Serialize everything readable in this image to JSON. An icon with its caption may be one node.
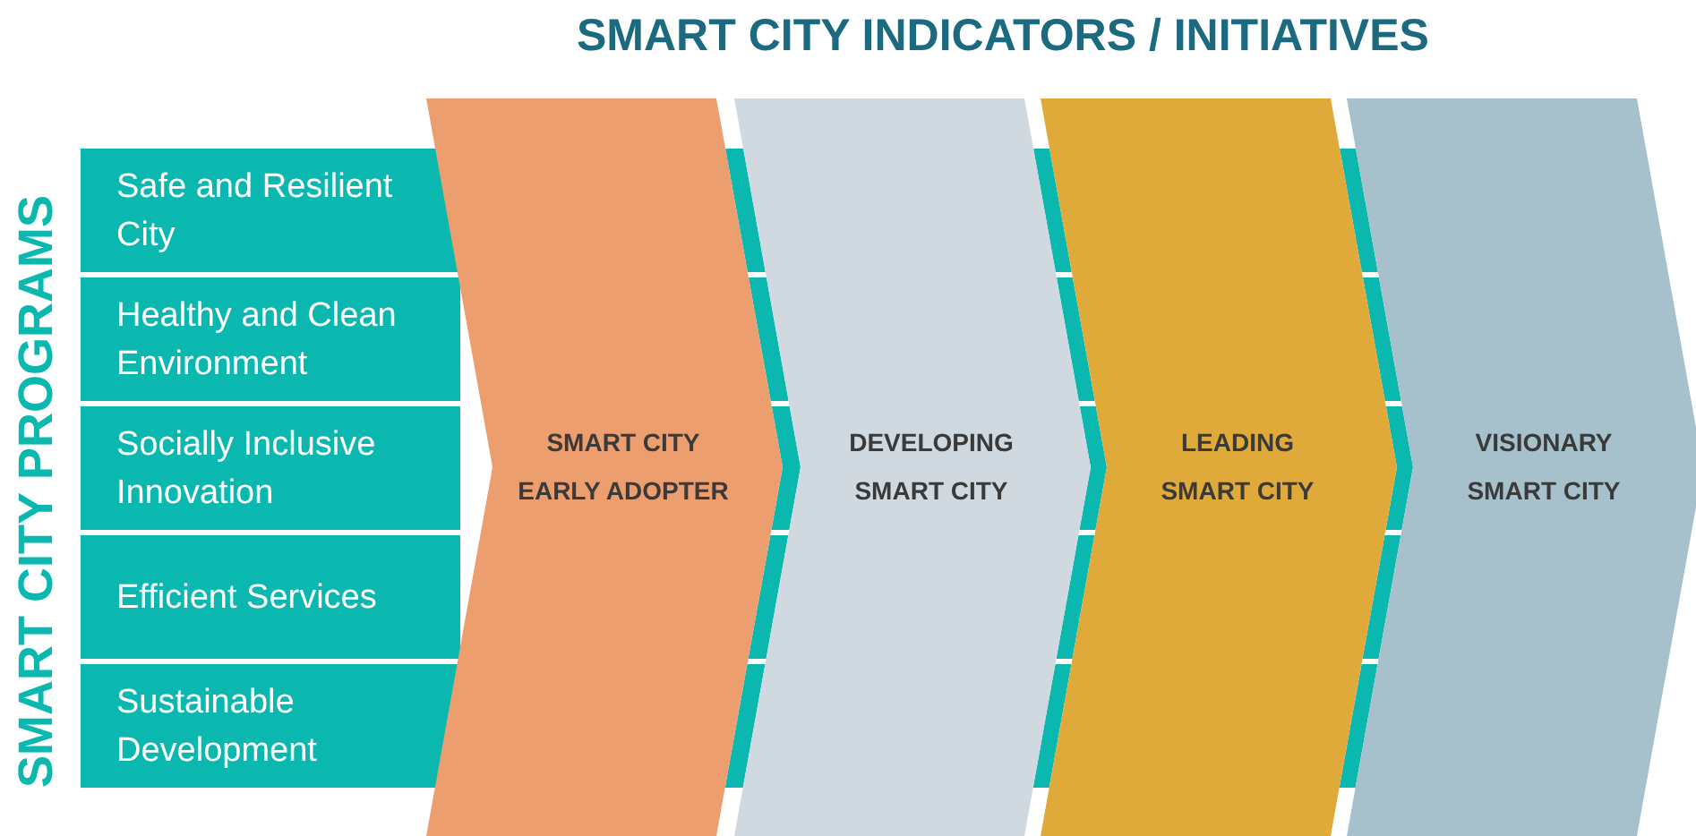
{
  "diagram": {
    "title": "SMART CITY INDICATORS / INITIATIVES",
    "nodes": [
      {
        "text": [
          "Safe and Resilient City"
        ]
      },
      {
        "text": [
          "Healthy and Clean Environment"
        ]
      },
      {
        "text": [
          "Socially Inclusive Innovation"
        ]
      },
      {
        "text": [
          "Efficient Services"
        ]
      },
      {
        "text": [
          "Sustainable Development"
        ]
      },
      {
        "text": [
          "SMART CITY EARLY ADOPTER"
        ]
      },
      {
        "text": [
          "DEVELOPING SMART CITY"
        ]
      },
      {
        "text": [
          "LEADING SMART CITY"
        ]
      },
      {
        "text": [
          "VISIONARY SMART CITY"
        ]
      }
    ],
    "labels": [
      "SMART CITY PROGRAMS"
    ]
  }
}
